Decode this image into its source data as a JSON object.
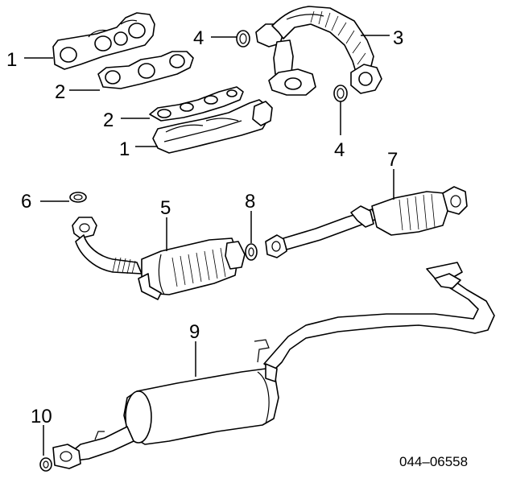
{
  "callouts": {
    "c1_top": "1",
    "c1_bottom": "1",
    "c2_top": "2",
    "c2_bottom": "2",
    "c3": "3",
    "c4_top": "4",
    "c4_bottom": "4",
    "c5": "5",
    "c6": "6",
    "c7": "7",
    "c8": "8",
    "c9": "9",
    "c10": "10"
  },
  "diagram_code": "044–06558",
  "colors": {
    "line": "#000000",
    "background": "#ffffff"
  }
}
